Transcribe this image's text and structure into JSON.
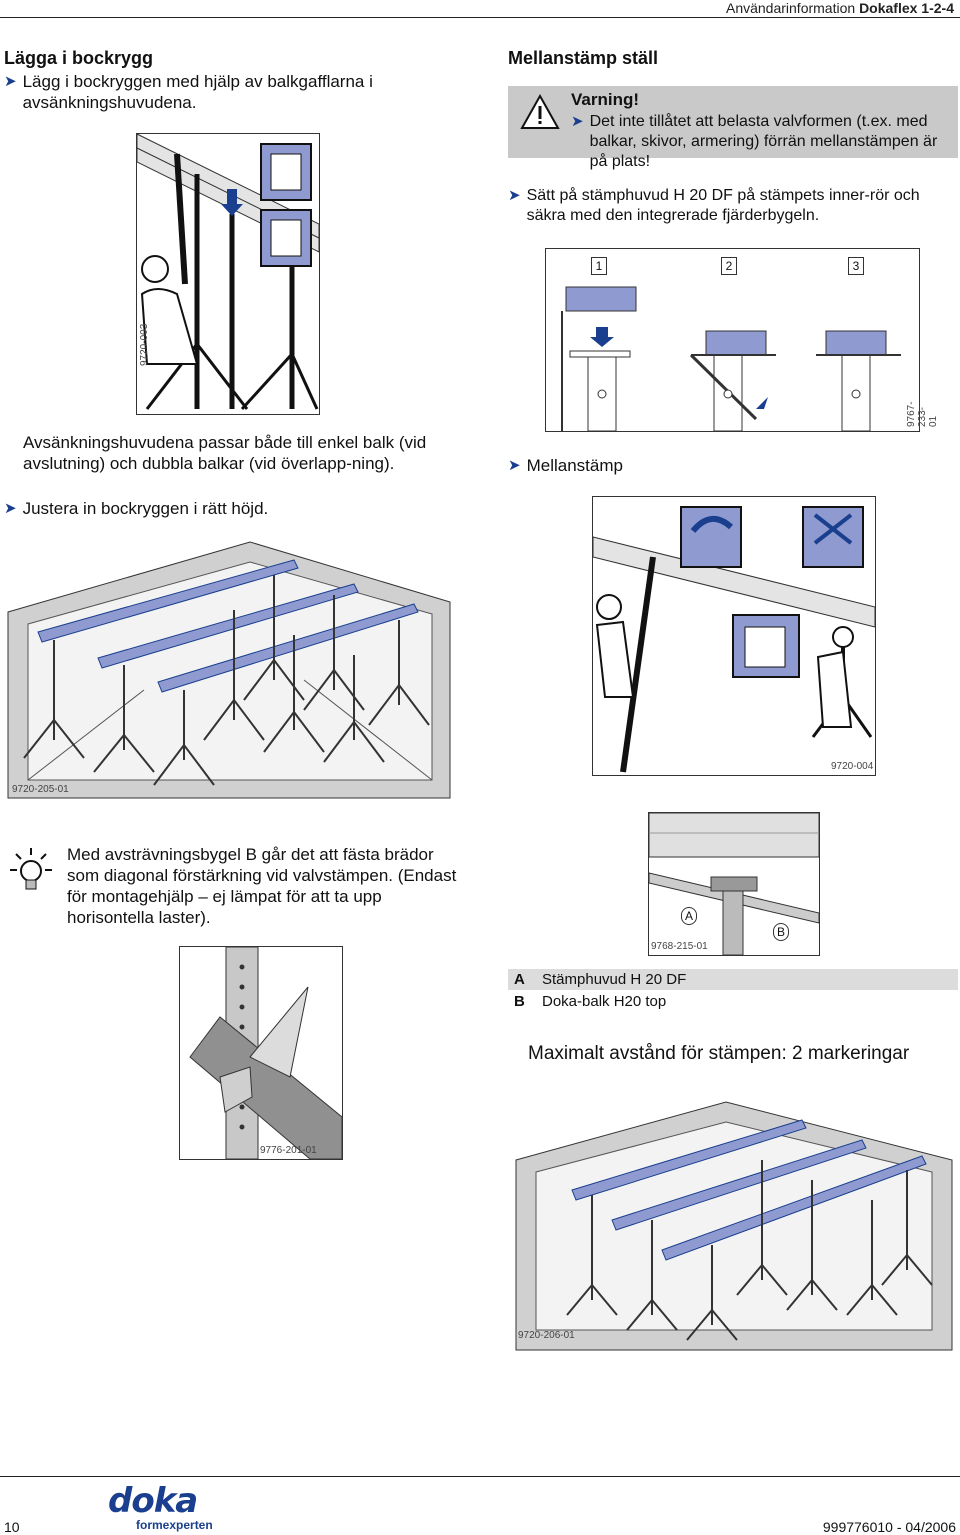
{
  "header": {
    "section": "Användarinformation",
    "product": "Dokaflex 1-2-4"
  },
  "left": {
    "heading": "Lägga i bockrygg",
    "step1": "Lägg i bockryggen med hjälp av balkgafflarna i avsänkningshuvudena.",
    "fig1_no": "9720-003",
    "para": "Avsänkningshuvudena passar både till enkel balk (vid avslutning) och dubbla balkar (vid överlapp-ning).",
    "step2": "Justera in bockryggen i rätt höjd.",
    "fig2_no": "9720-205-01",
    "tip": "Med avsträvningsbygel B går det att fästa brädor som diagonal förstärkning vid valvstämpen. (Endast för montagehjälp – ej lämpat för att ta upp horisontella laster).",
    "fig3_no": "9776-201-01"
  },
  "right": {
    "heading": "Mellanstämp ställ",
    "warning_title": "Varning!",
    "warning_text": "Det inte tillåtet att belasta valvformen (t.ex. med balkar, skivor, armering) förrän mellanstämpen är på plats!",
    "step1": "Sätt på stämphuvud H 20 DF på stämpets inner-rör och säkra med den integrerade fjärderbygeln.",
    "steps_labels": [
      "1",
      "2",
      "3"
    ],
    "fig4_no": "9767-233-01",
    "step2": "Mellanstämp",
    "fig5_no": "9720-004",
    "fig6_no": "9768-215-01",
    "fig6_labels": [
      "A",
      "B"
    ],
    "legend": [
      {
        "key": "A",
        "text": "Stämphuvud H 20 DF"
      },
      {
        "key": "B",
        "text": "Doka-balk H20 top"
      }
    ],
    "max_title": "Maximalt avstånd för stämpen: 2 markeringar",
    "fig7_no": "9720-206-01"
  },
  "footer": {
    "page": "10",
    "logo": "doka",
    "logo_sub": "formexperten",
    "docno": "999776010 - 04/2006"
  },
  "colors": {
    "accent": "#1a3f8f",
    "beam": "#8f9bd0",
    "warn_bg": "#c9c9c9"
  }
}
